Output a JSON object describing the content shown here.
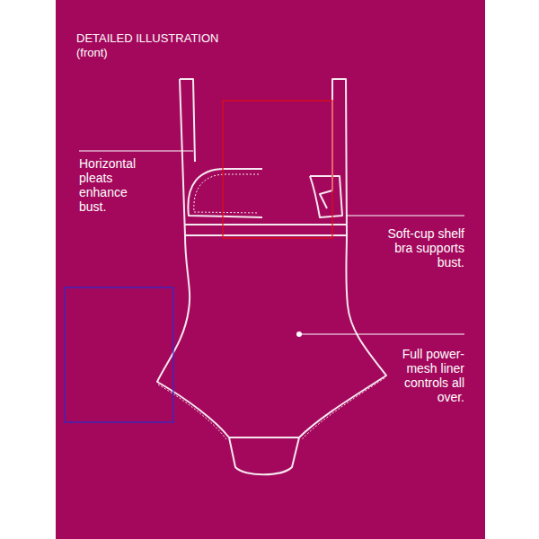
{
  "diagram": {
    "title": "DETAILED ILLUSTRATION",
    "labels": [
      "(front)",
      "Horizontal pleats enhance bust.",
      "Soft-cup shelf bra supports bust.",
      "Full power-mesh liner controls all over."
    ]
  }
}
